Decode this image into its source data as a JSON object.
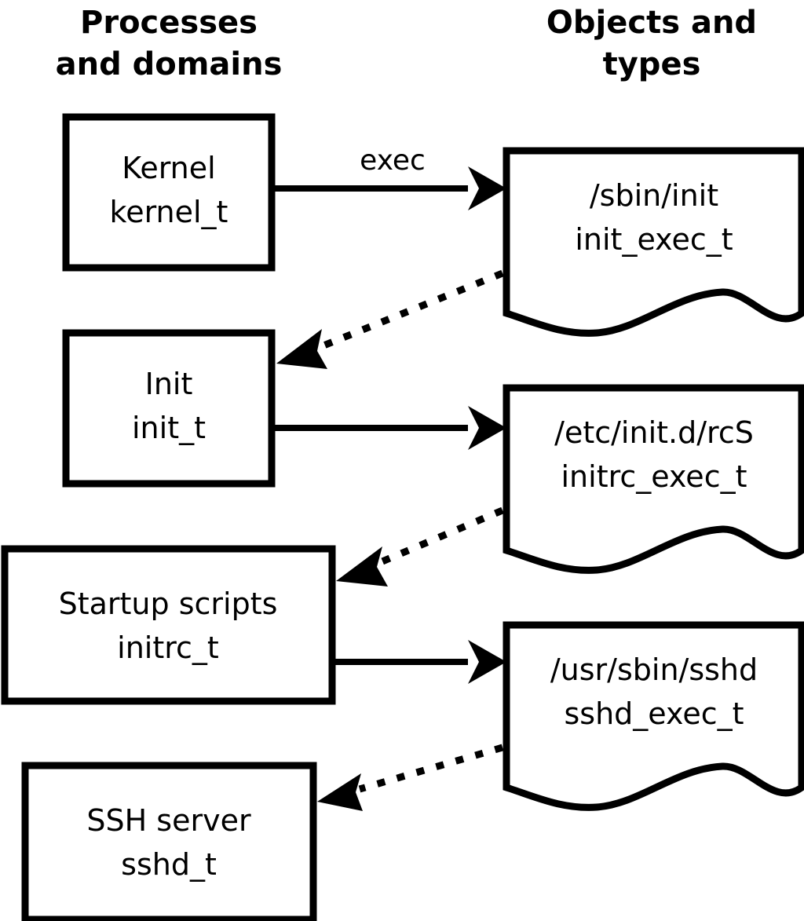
{
  "diagram": {
    "title_columns": [
      {
        "id": "processes",
        "line1": "Processes",
        "line2": "and domains"
      },
      {
        "id": "objects",
        "line1": "Objects and",
        "line2": "types"
      }
    ],
    "domains": [
      {
        "id": "kernel",
        "name": "Kernel",
        "type": "kernel_t"
      },
      {
        "id": "init",
        "name": "Init",
        "type": "init_t"
      },
      {
        "id": "initrc",
        "name": "Startup scripts",
        "type": "initrc_t"
      },
      {
        "id": "sshd",
        "name": "SSH server",
        "type": "sshd_t"
      }
    ],
    "objects": [
      {
        "id": "init_exec",
        "path": "/sbin/init",
        "type": "init_exec_t"
      },
      {
        "id": "initrc_exec",
        "path": "/etc/init.d/rcS",
        "type": "initrc_exec_t"
      },
      {
        "id": "sshd_exec",
        "path": "/usr/sbin/sshd",
        "type": "sshd_exec_t"
      }
    ],
    "edges": [
      {
        "id": "kernel-exec-init_exec",
        "from": "kernel",
        "to": "init_exec",
        "label": "exec",
        "style": "solid"
      },
      {
        "id": "init_exec-transition-init",
        "from": "init_exec",
        "to": "init",
        "label": "",
        "style": "dotted"
      },
      {
        "id": "init-exec-initrc_exec",
        "from": "init",
        "to": "initrc_exec",
        "label": "",
        "style": "solid"
      },
      {
        "id": "initrc_exec-transition-initrc",
        "from": "initrc_exec",
        "to": "initrc",
        "label": "",
        "style": "dotted"
      },
      {
        "id": "initrc-exec-sshd_exec",
        "from": "initrc",
        "to": "sshd_exec",
        "label": "",
        "style": "solid"
      },
      {
        "id": "sshd_exec-transition-sshd",
        "from": "sshd_exec",
        "to": "sshd",
        "label": "",
        "style": "dotted"
      }
    ],
    "colors": {
      "stroke": "#000000",
      "fill": "#ffffff",
      "text": "#000000"
    }
  }
}
